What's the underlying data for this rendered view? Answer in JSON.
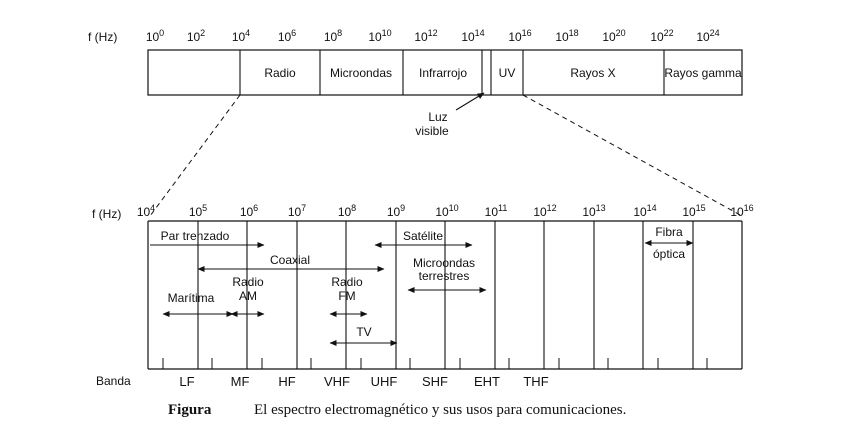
{
  "top_axis": {
    "label": "f (Hz)",
    "ticks": [
      {
        "base": "10",
        "exp": "0"
      },
      {
        "base": "10",
        "exp": "2"
      },
      {
        "base": "10",
        "exp": "4"
      },
      {
        "base": "10",
        "exp": "6"
      },
      {
        "base": "10",
        "exp": "8"
      },
      {
        "base": "10",
        "exp": "10"
      },
      {
        "base": "10",
        "exp": "12"
      },
      {
        "base": "10",
        "exp": "14"
      },
      {
        "base": "10",
        "exp": "16"
      },
      {
        "base": "10",
        "exp": "18"
      },
      {
        "base": "10",
        "exp": "20"
      },
      {
        "base": "10",
        "exp": "22"
      },
      {
        "base": "10",
        "exp": "24"
      }
    ]
  },
  "top_bands": [
    "Radio",
    "Microondas",
    "Infrarrojo",
    "UV",
    "Rayos X",
    "Rayos gamma"
  ],
  "visible_light": {
    "line1": "Luz",
    "line2": "visible"
  },
  "bottom_axis": {
    "label": "f (Hz)",
    "ticks": [
      {
        "base": "10",
        "exp": "4"
      },
      {
        "base": "10",
        "exp": "5"
      },
      {
        "base": "10",
        "exp": "6"
      },
      {
        "base": "10",
        "exp": "7"
      },
      {
        "base": "10",
        "exp": "8"
      },
      {
        "base": "10",
        "exp": "9"
      },
      {
        "base": "10",
        "exp": "10"
      },
      {
        "base": "10",
        "exp": "11"
      },
      {
        "base": "10",
        "exp": "12"
      },
      {
        "base": "10",
        "exp": "13"
      },
      {
        "base": "10",
        "exp": "14"
      },
      {
        "base": "10",
        "exp": "15"
      },
      {
        "base": "10",
        "exp": "16"
      }
    ]
  },
  "media": {
    "twisted_pair": "Par trenzado",
    "coaxial": "Coaxial",
    "satellite": "Satélite",
    "terrestrial_microwave": [
      "Microondas",
      "terrestres"
    ],
    "fiber": [
      "Fibra",
      "óptica"
    ],
    "maritime": "Marítima",
    "am_radio": [
      "Radio",
      "AM"
    ],
    "fm_radio": [
      "Radio",
      "FM"
    ],
    "tv": "TV"
  },
  "bands": {
    "label": "Banda",
    "names": [
      "LF",
      "MF",
      "HF",
      "VHF",
      "UHF",
      "SHF",
      "EHT",
      "THF"
    ]
  },
  "caption": {
    "figure_label": "Figura",
    "text": "El espectro electromagnético y sus usos para comunicaciones."
  },
  "colors": {
    "ink": "#111111",
    "background": "#ffffff"
  }
}
